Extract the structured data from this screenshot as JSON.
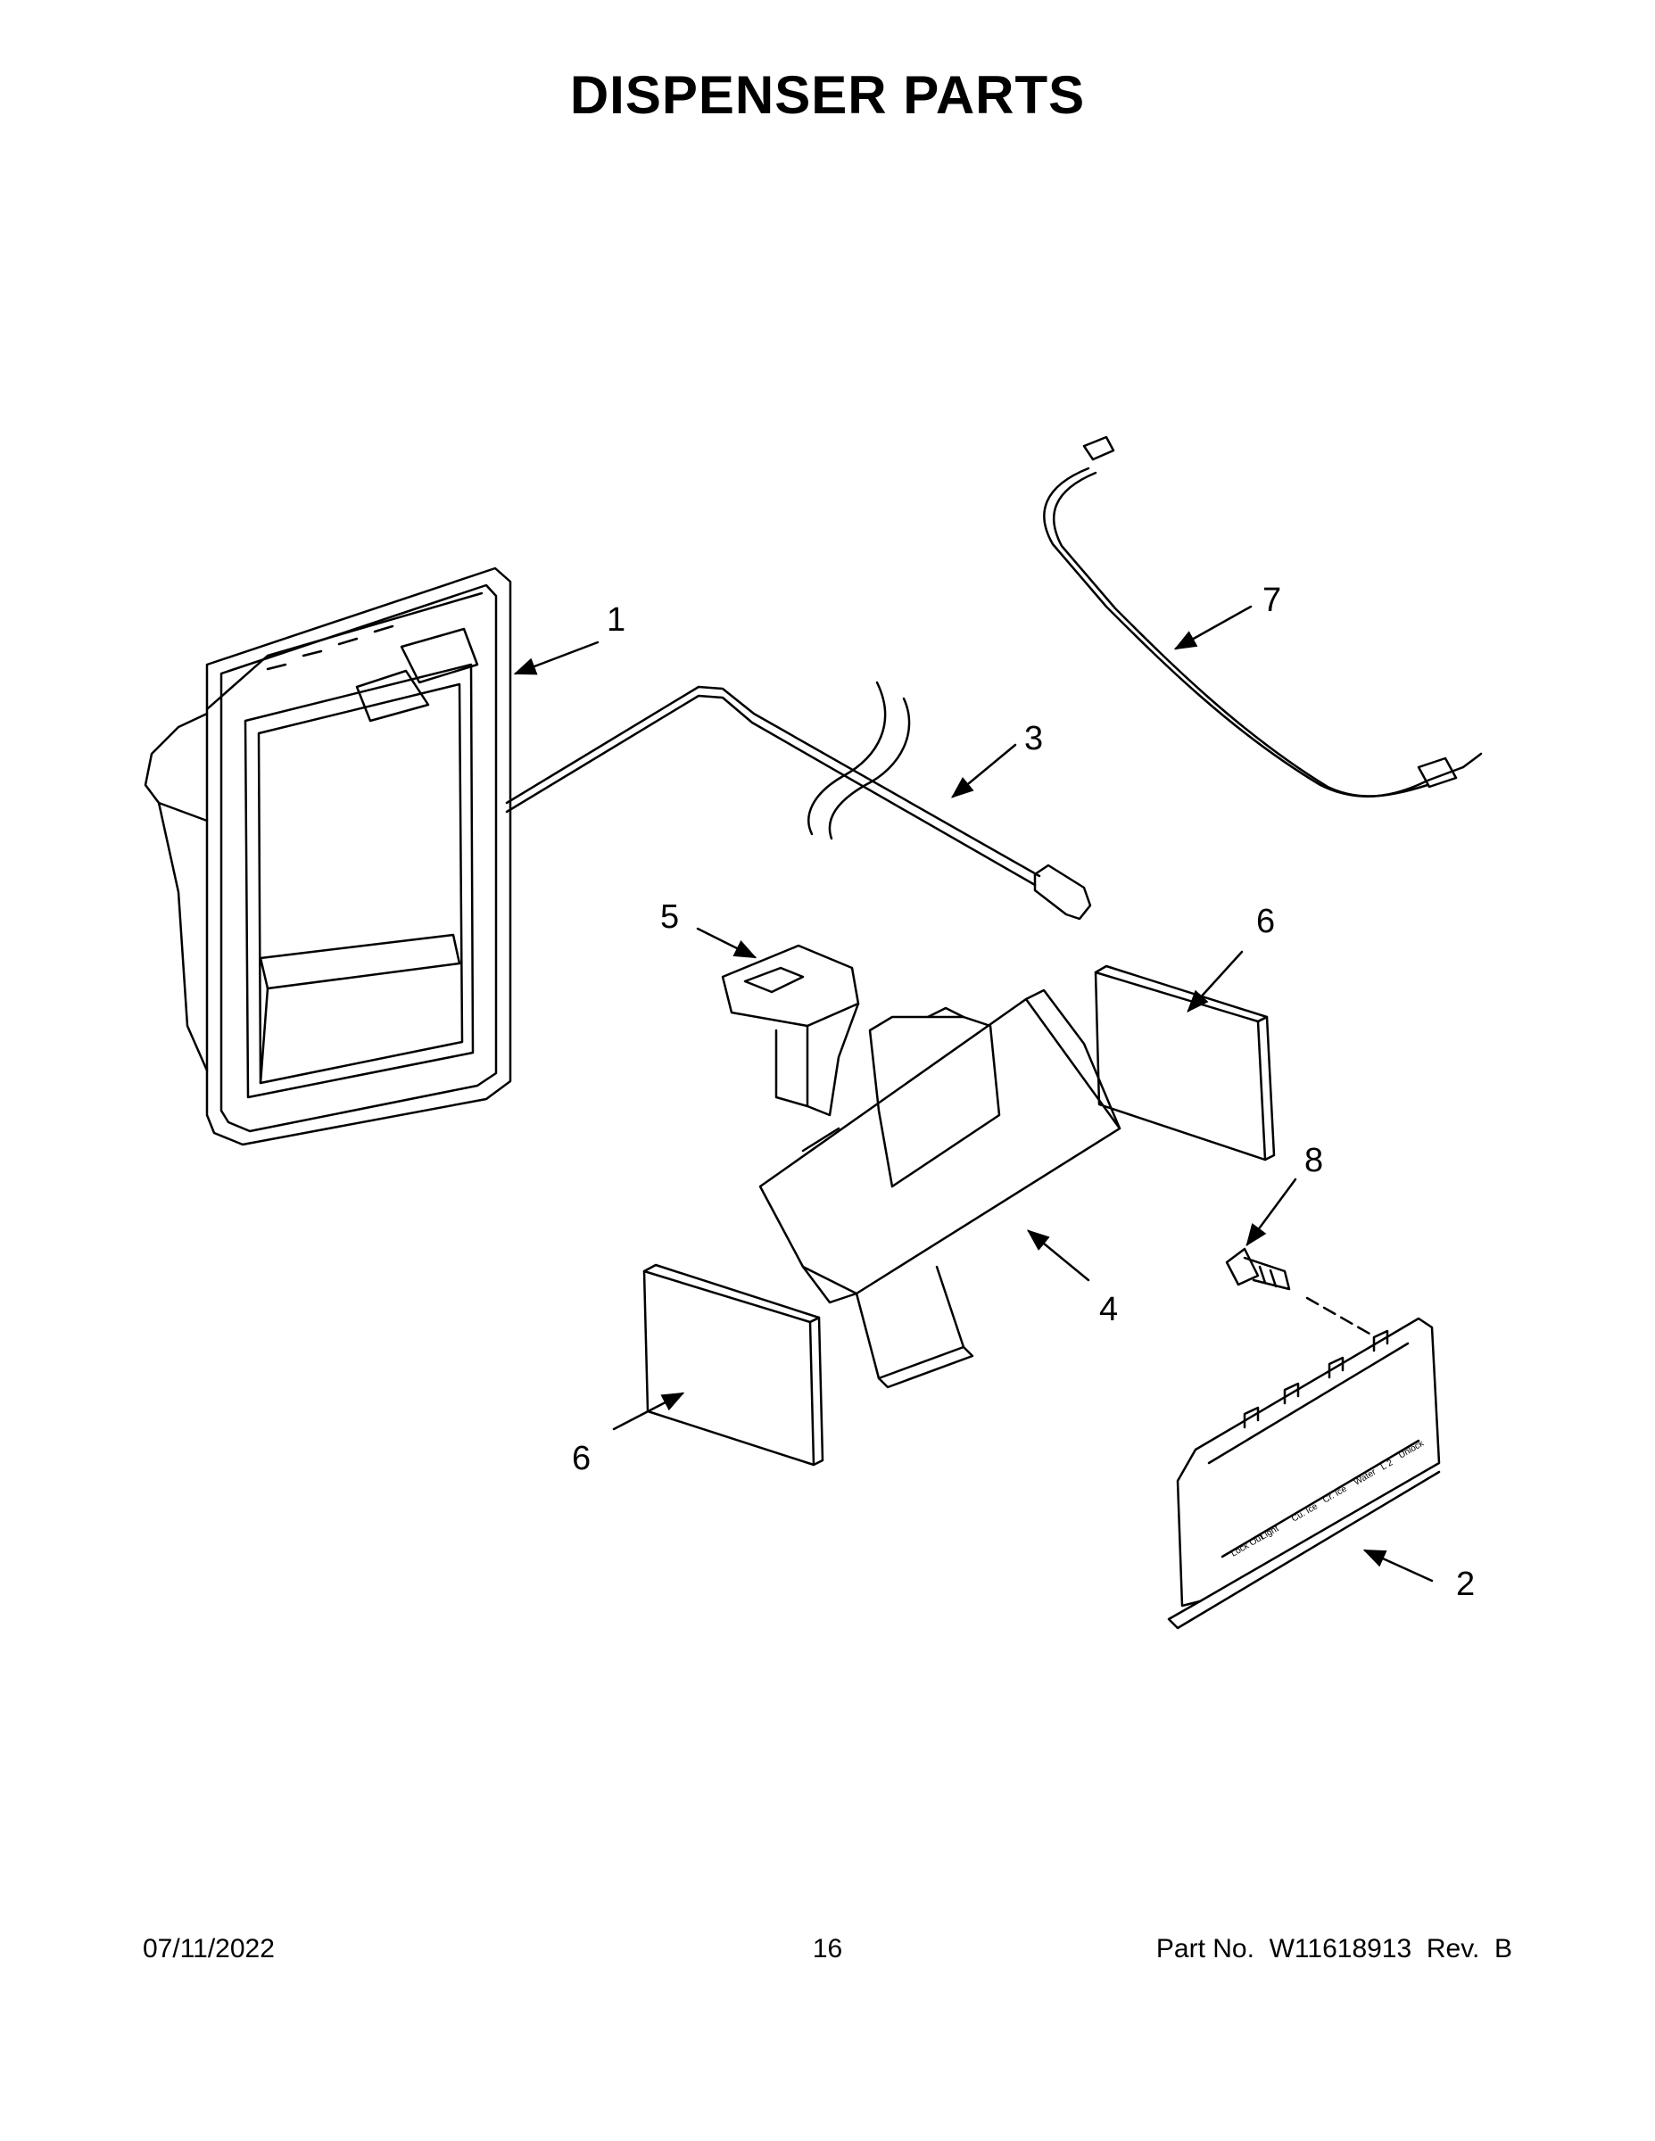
{
  "title": "DISPENSER PARTS",
  "callouts": {
    "c1": "1",
    "c2": "2",
    "c3": "3",
    "c4": "4",
    "c5": "5",
    "c6a": "6",
    "c6b": "6",
    "c7": "7",
    "c8": "8"
  },
  "panel_labels": [
    "Lock Out",
    "Light",
    "Cu. Ice",
    "Cr. Ice",
    "Water",
    "L 2",
    "Unlock"
  ],
  "footer": {
    "date": "07/11/2022",
    "page": "16",
    "part_no": "Part No.  W11618913  Rev.  B"
  }
}
